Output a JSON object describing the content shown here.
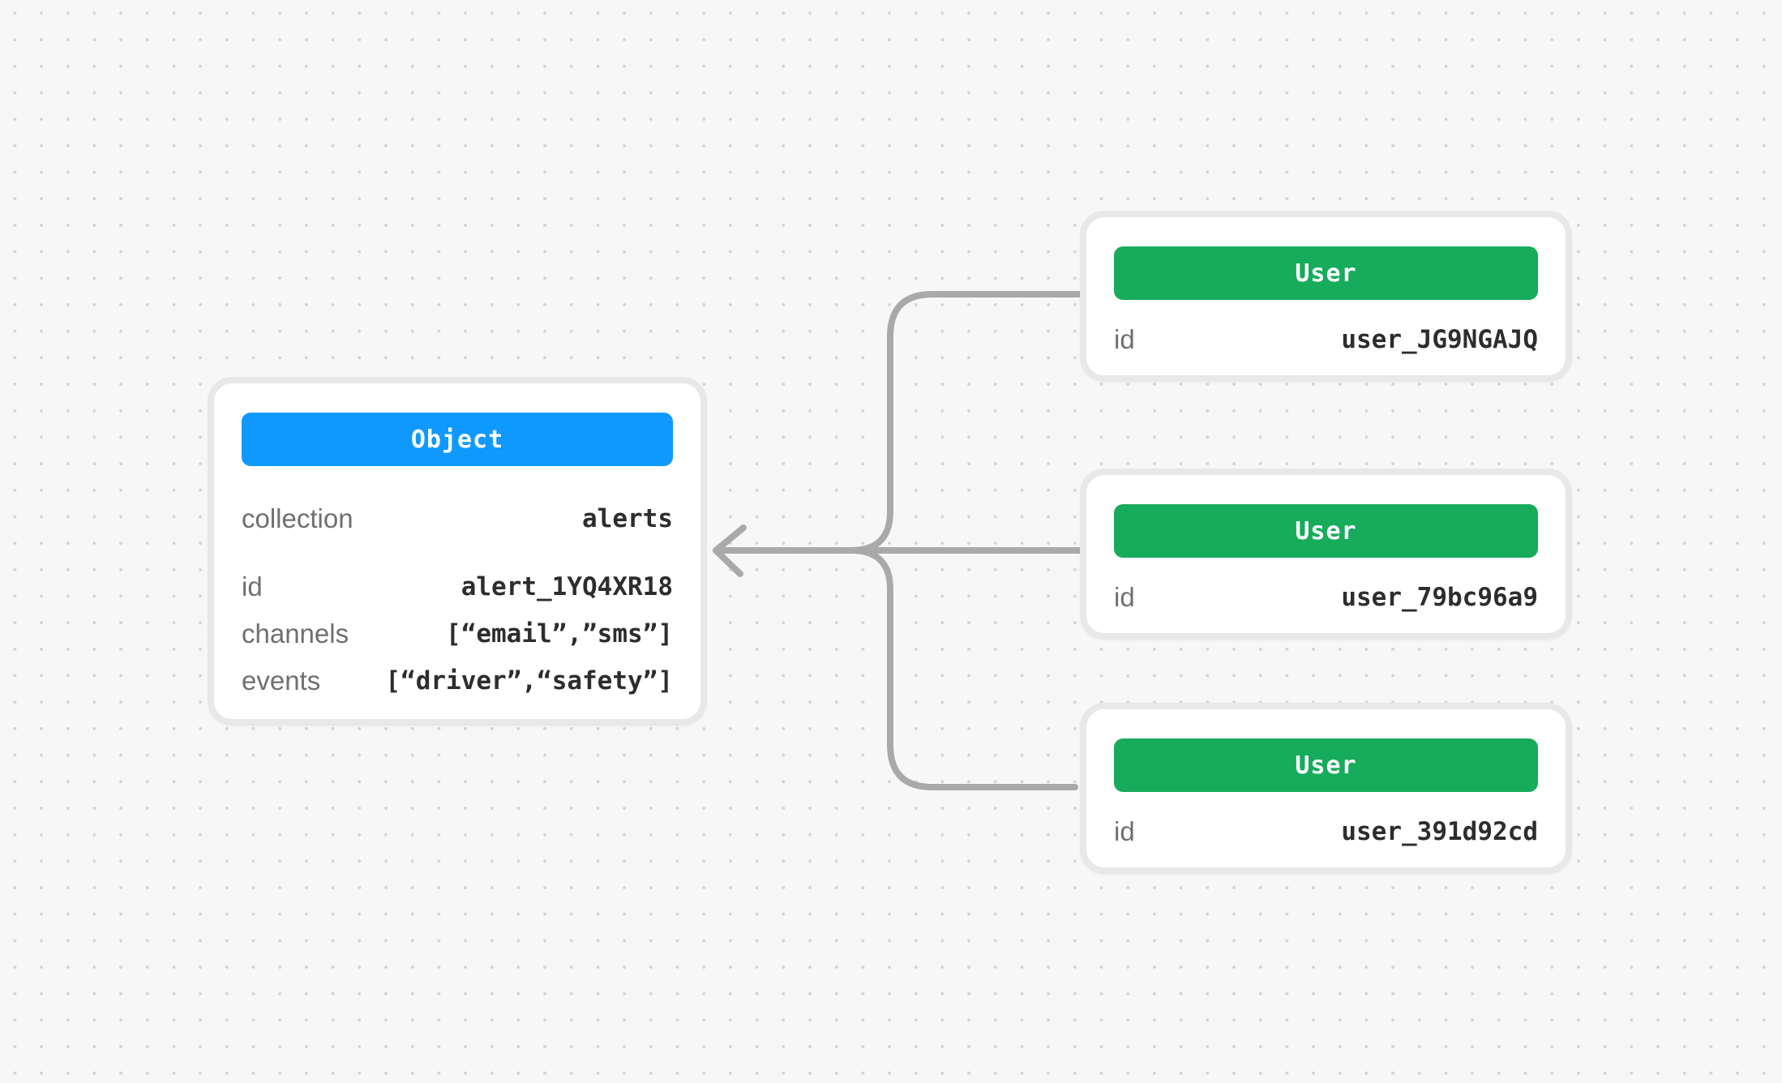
{
  "colors": {
    "canvas_bg": "#f7f7f7",
    "dot": "#d6d6d6",
    "connector": "#a9a9a9",
    "card_border": "#e8e8e8",
    "object_header": "#0f99ff",
    "user_header": "#17ab5c",
    "label": "#6f6f6f",
    "value": "#2d2d2d"
  },
  "object_card": {
    "header_label": "Object",
    "rows": [
      {
        "label": "collection",
        "value": "alerts"
      },
      {
        "label": "id",
        "value": "alert_1YQ4XR18"
      },
      {
        "label": "channels",
        "value": "[“email”,”sms”]"
      },
      {
        "label": "events",
        "value": "[“driver”,“safety”]"
      }
    ]
  },
  "user_cards": [
    {
      "header_label": "User",
      "rows": [
        {
          "label": "id",
          "value": "user_JG9NGAJQ"
        }
      ]
    },
    {
      "header_label": "User",
      "rows": [
        {
          "label": "id",
          "value": "user_79bc96a9"
        }
      ]
    },
    {
      "header_label": "User",
      "rows": [
        {
          "label": "id",
          "value": "user_391d92cd"
        }
      ]
    }
  ]
}
